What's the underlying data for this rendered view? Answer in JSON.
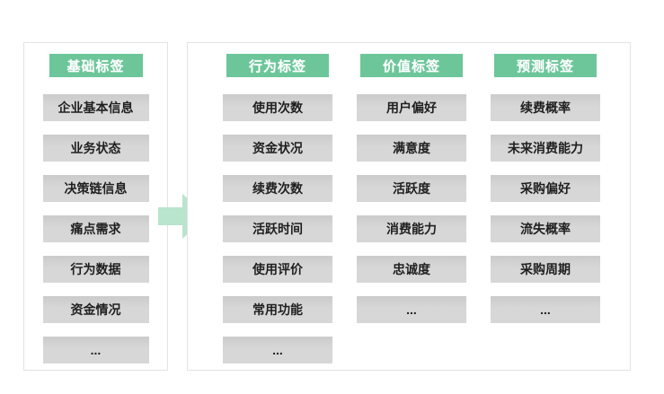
{
  "colors": {
    "header_green": "#6cc69a",
    "arrow_green": "#b9e4cd",
    "box_gray": "#d6d6d6",
    "panel_border": "#e3e3e3",
    "text_dark": "#1f1f1f"
  },
  "base_panel": {
    "header": "基础标签",
    "items": [
      "企业基本信息",
      "业务状态",
      "决策链信息",
      "痛点需求",
      "行为数据",
      "资金情况",
      "..."
    ]
  },
  "arrow": {
    "icon": "right-arrow"
  },
  "derived_panel": {
    "columns": [
      {
        "header": "行为标签",
        "items": [
          "使用次数",
          "资金状况",
          "续费次数",
          "活跃时间",
          "使用评价",
          "常用功能",
          "..."
        ]
      },
      {
        "header": "价值标签",
        "items": [
          "用户偏好",
          "满意度",
          "活跃度",
          "消费能力",
          "忠诚度",
          "..."
        ]
      },
      {
        "header": "预测标签",
        "items": [
          "续费概率",
          "未来消费能力",
          "采购偏好",
          "流失概率",
          "采购周期",
          "..."
        ]
      }
    ]
  }
}
